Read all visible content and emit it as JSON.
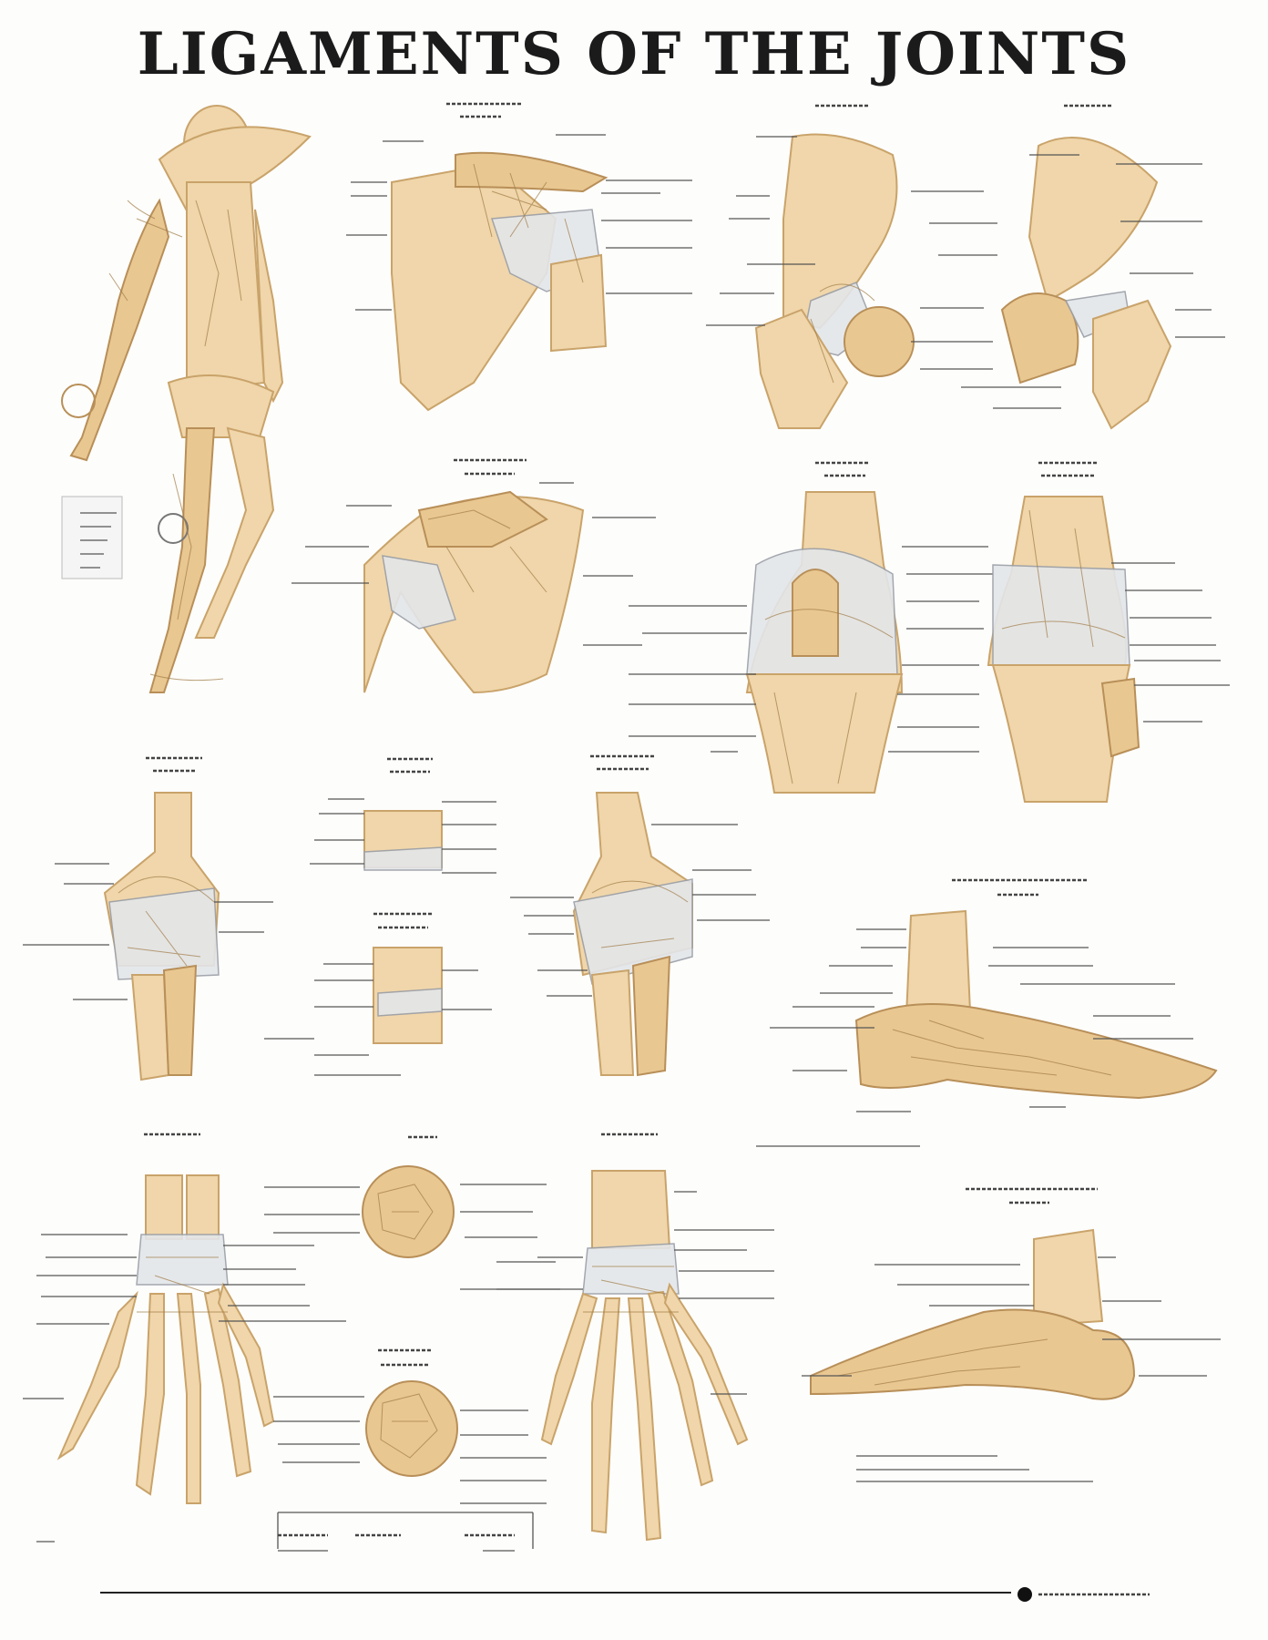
{
  "poster": {
    "title": "LIGAMENTS OF THE JOINTS",
    "colors": {
      "background": "#fdfdfb",
      "bone": "#f0d6aa",
      "bone_shadow": "#e9c791",
      "ligament": "#e3e6ea",
      "title_text": "#1b1b1b",
      "leader_line": "#555555"
    },
    "panels": [
      "full-skeleton-figure",
      "shoulder-front",
      "hip-anterior",
      "hip-posterior",
      "shoulder-capsule",
      "knee-anterior",
      "knee-posterior",
      "elbow-anterior",
      "elbow-small-details",
      "elbow-posterior",
      "ankle-foot-medial",
      "hand-palmar",
      "wrist-cross-sections",
      "hand-dorsal",
      "ankle-foot-lateral"
    ]
  }
}
